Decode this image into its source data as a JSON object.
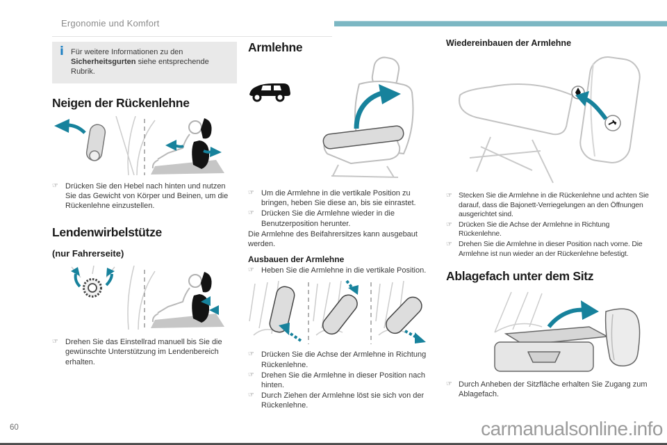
{
  "header": {
    "title": "Ergonomie und Komfort"
  },
  "glyphs": {
    "info": "i",
    "bullet": "☞"
  },
  "colors": {
    "accent_teal": "#17829c",
    "top_bar": "#7cb7c3",
    "info_icon_blue": "#1d80c3",
    "info_box_bg": "#e9e9e9"
  },
  "info_box": {
    "before": "Für weitere Informationen zu den",
    "bold": "Sicherheitsgurten",
    "after": "siehe entsprechende Rubrik."
  },
  "sections": {
    "recline": {
      "title": "Neigen der Rückenlehne",
      "bullet": "Drücken Sie den Hebel nach hinten und nutzen Sie das Gewicht von Körper und Beinen, um die Rückenlehne einzustellen."
    },
    "lumbar": {
      "title": "Lendenwirbelstütze",
      "subtitle": "(nur Fahrerseite)",
      "bullet": "Drehen Sie das Einstellrad manuell bis Sie die gewünschte Unterstützung im Lendenbereich erhalten."
    },
    "armrest": {
      "title": "Armlehne",
      "bullets": [
        "Um die Armlehne in die vertikale Position zu bringen, heben Sie diese an, bis sie einrastet.",
        "Drücken Sie die Armlehne wieder in die Benutzerposition herunter."
      ],
      "note": "Die Armlehne des Beifahrersitzes kann ausgebaut werden.",
      "removal_title": "Ausbauen der Armlehne",
      "removal_step": "Heben Sie die Armlehne in die vertikale Position.",
      "removal_bullets": [
        "Drücken Sie die Achse der Armlehne in Richtung Rückenlehne.",
        "Drehen Sie die Armlehne in dieser Position nach hinten.",
        "Durch Ziehen der Armlehne löst sie sich von der Rückenlehne."
      ]
    },
    "refit": {
      "title": "Wiedereinbauen der Armlehne",
      "bullets": [
        "Stecken Sie die Armlehne in die Rückenlehne und achten Sie darauf, dass die Bajonett-Verriegelungen an den Öffnungen ausgerichtet sind.",
        "Drücken Sie die Achse der Armlehne in Richtung Rückenlehne.",
        "Drehen Sie die Armlehne in dieser Position nach vorne. Die Armlehne ist nun wieder an der Rückenlehne befestigt."
      ]
    },
    "storage": {
      "title": "Ablagefach unter dem Sitz",
      "bullet": "Durch Anheben der Sitzfläche erhalten Sie Zugang zum Ablagefach."
    }
  },
  "footer": {
    "page_number": "60",
    "watermark": "carmanualsonline.info"
  }
}
